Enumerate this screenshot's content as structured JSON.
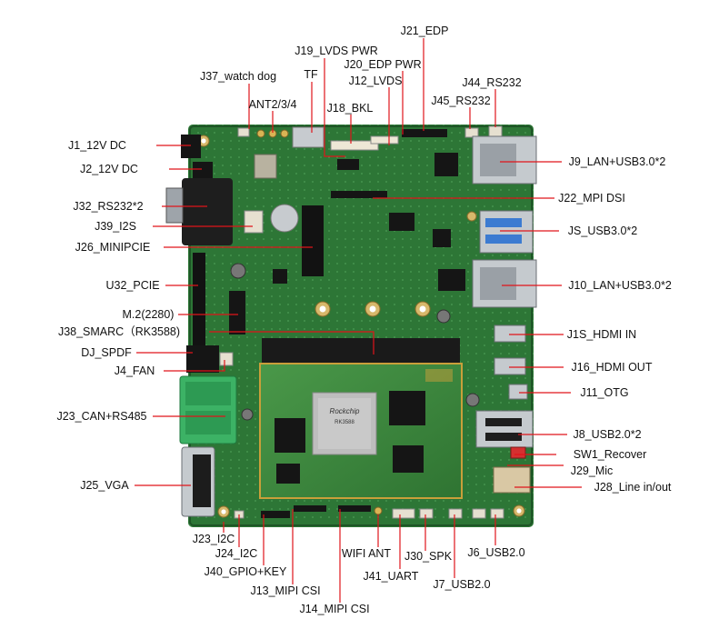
{
  "colors": {
    "board": "#2f7a3a",
    "board_dark": "#1f5a2a",
    "leader": "#e0141a",
    "som": "#3d8a3e",
    "chip": "#b9b9b9",
    "terminal": "#38b063",
    "metal": "#c8ccd0",
    "black": "#1b1b1b"
  },
  "chip_text": {
    "brand": "Rockchip",
    "part": "RK3588"
  },
  "labels": [
    {
      "id": "j21-edp",
      "text": "J21_EDP"
    },
    {
      "id": "j19-lvds-pwr",
      "text": "J19_LVDS PWR"
    },
    {
      "id": "j20-edp-pwr",
      "text": "J20_EDP PWR"
    },
    {
      "id": "j37-watch-dog",
      "text": "J37_watch dog"
    },
    {
      "id": "tf",
      "text": "TF"
    },
    {
      "id": "j12-lvds",
      "text": "J12_LVDS"
    },
    {
      "id": "j44-rs232",
      "text": "J44_RS232"
    },
    {
      "id": "ant",
      "text": "ANT2/3/4"
    },
    {
      "id": "j18-bkl",
      "text": "J18_BKL"
    },
    {
      "id": "j45-rs232",
      "text": "J45_RS232"
    },
    {
      "id": "j1-12v-dc",
      "text": "J1_12V DC"
    },
    {
      "id": "j9-lan-usb",
      "text": "J9_LAN+USB3.0*2"
    },
    {
      "id": "j2-12v-dc",
      "text": "J2_12V DC"
    },
    {
      "id": "j22-mpi-dsi",
      "text": "J22_MPI DSI"
    },
    {
      "id": "j32-rs232",
      "text": "J32_RS232*2"
    },
    {
      "id": "j39-i2s",
      "text": "J39_I2S"
    },
    {
      "id": "js-usb3",
      "text": "JS_USB3.0*2"
    },
    {
      "id": "j26-minipcie",
      "text": "J26_MINIPCIE"
    },
    {
      "id": "u32-pcie",
      "text": "U32_PCIE"
    },
    {
      "id": "j10-lan-usb",
      "text": "J10_LAN+USB3.0*2"
    },
    {
      "id": "m2",
      "text": "M.2(2280)"
    },
    {
      "id": "j38-smarc",
      "text": "J38_SMARC（RK3588)"
    },
    {
      "id": "j1s-hdmi-in",
      "text": "J1S_HDMI IN"
    },
    {
      "id": "dj-spdf",
      "text": "DJ_SPDF"
    },
    {
      "id": "j16-hdmi-out",
      "text": "J16_HDMI OUT"
    },
    {
      "id": "j4-fan",
      "text": "J4_FAN"
    },
    {
      "id": "j11-otg",
      "text": "J11_OTG"
    },
    {
      "id": "j23-can",
      "text": "J23_CAN+RS485"
    },
    {
      "id": "j8-usb2",
      "text": "J8_USB2.0*2"
    },
    {
      "id": "sw1-recover",
      "text": "SW1_Recover"
    },
    {
      "id": "j29-mic",
      "text": "J29_Mic"
    },
    {
      "id": "j25-vga",
      "text": "J25_VGA"
    },
    {
      "id": "j28-line",
      "text": "J28_Line in/out"
    },
    {
      "id": "j23-i2c",
      "text": "J23_I2C"
    },
    {
      "id": "j24-i2c",
      "text": "J24_I2C"
    },
    {
      "id": "wifi-ant",
      "text": "WIFI ANT"
    },
    {
      "id": "j30-spk",
      "text": "J30_SPK"
    },
    {
      "id": "j6-usb2",
      "text": "J6_USB2.0"
    },
    {
      "id": "j40-gpio",
      "text": "J40_GPIO+KEY"
    },
    {
      "id": "j41-uart",
      "text": "J41_UART"
    },
    {
      "id": "j13-mipi-csi",
      "text": "J13_MIPI CSI"
    },
    {
      "id": "j7-usb2",
      "text": "J7_USB2.0"
    },
    {
      "id": "j14-mipi-csi",
      "text": "J14_MIPI CSI"
    }
  ]
}
